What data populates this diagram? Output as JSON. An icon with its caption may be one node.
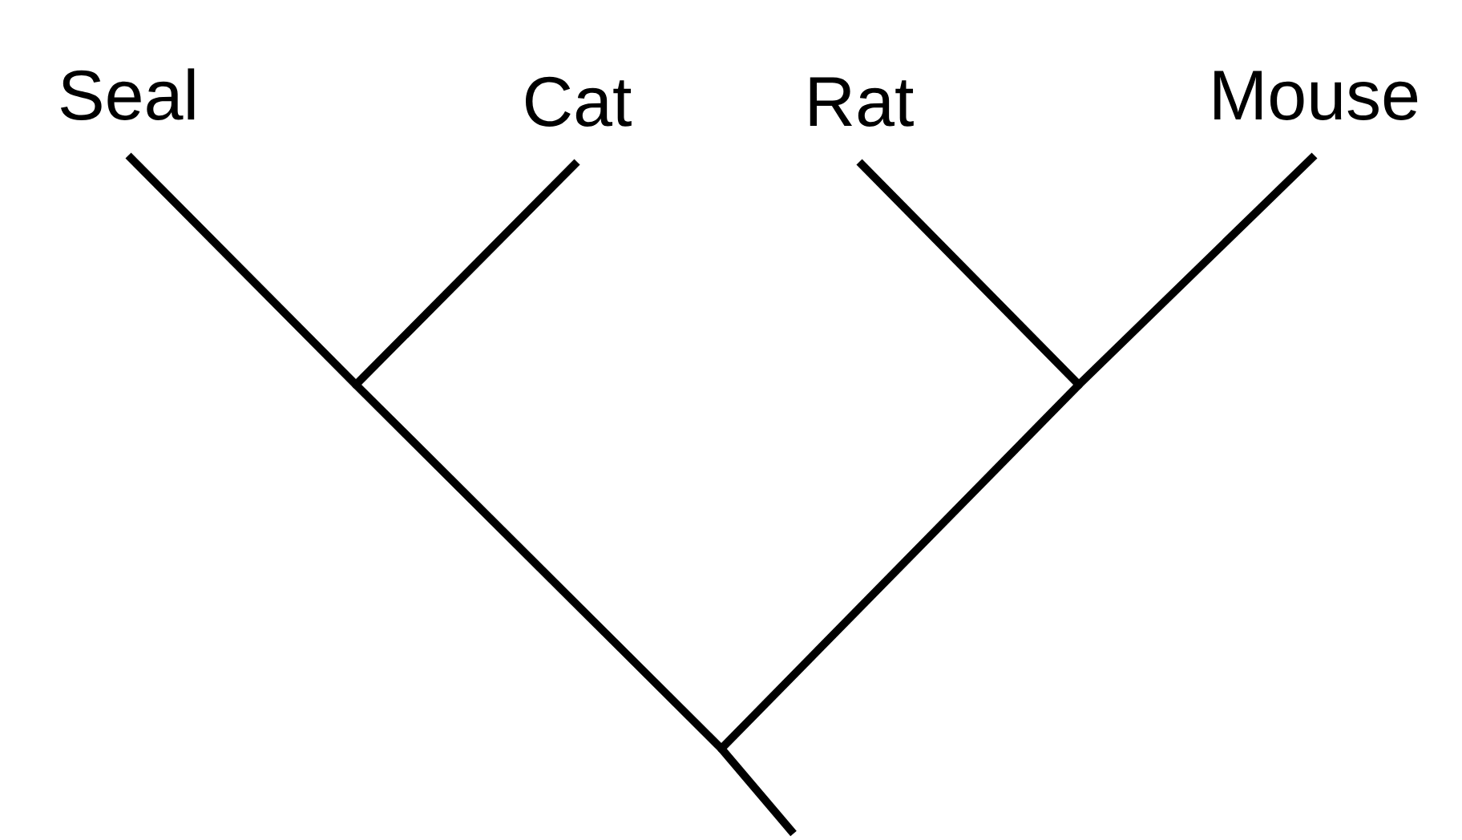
{
  "diagram": {
    "nodes": [
      {
        "text": [
          "Seal"
        ]
      },
      {
        "text": [
          "Cat"
        ]
      },
      {
        "text": [
          "Rat"
        ]
      },
      {
        "text": [
          "Mouse"
        ]
      },
      {
        "text": [],
        "shape": "point"
      },
      {
        "text": [],
        "shape": "point"
      },
      {
        "text": [],
        "shape": "point"
      }
    ],
    "edges": [
      {
        "from": 0,
        "to": 4,
        "arrow": "none"
      },
      {
        "from": 1,
        "to": 4,
        "arrow": "none"
      },
      {
        "from": 2,
        "to": 5,
        "arrow": "none"
      },
      {
        "from": 3,
        "to": 5,
        "arrow": "none"
      },
      {
        "from": 4,
        "to": 6,
        "arrow": "none"
      },
      {
        "from": 5,
        "to": 6,
        "arrow": "none"
      },
      {
        "from": 6,
        "to": null,
        "arrow": "none"
      }
    ]
  }
}
